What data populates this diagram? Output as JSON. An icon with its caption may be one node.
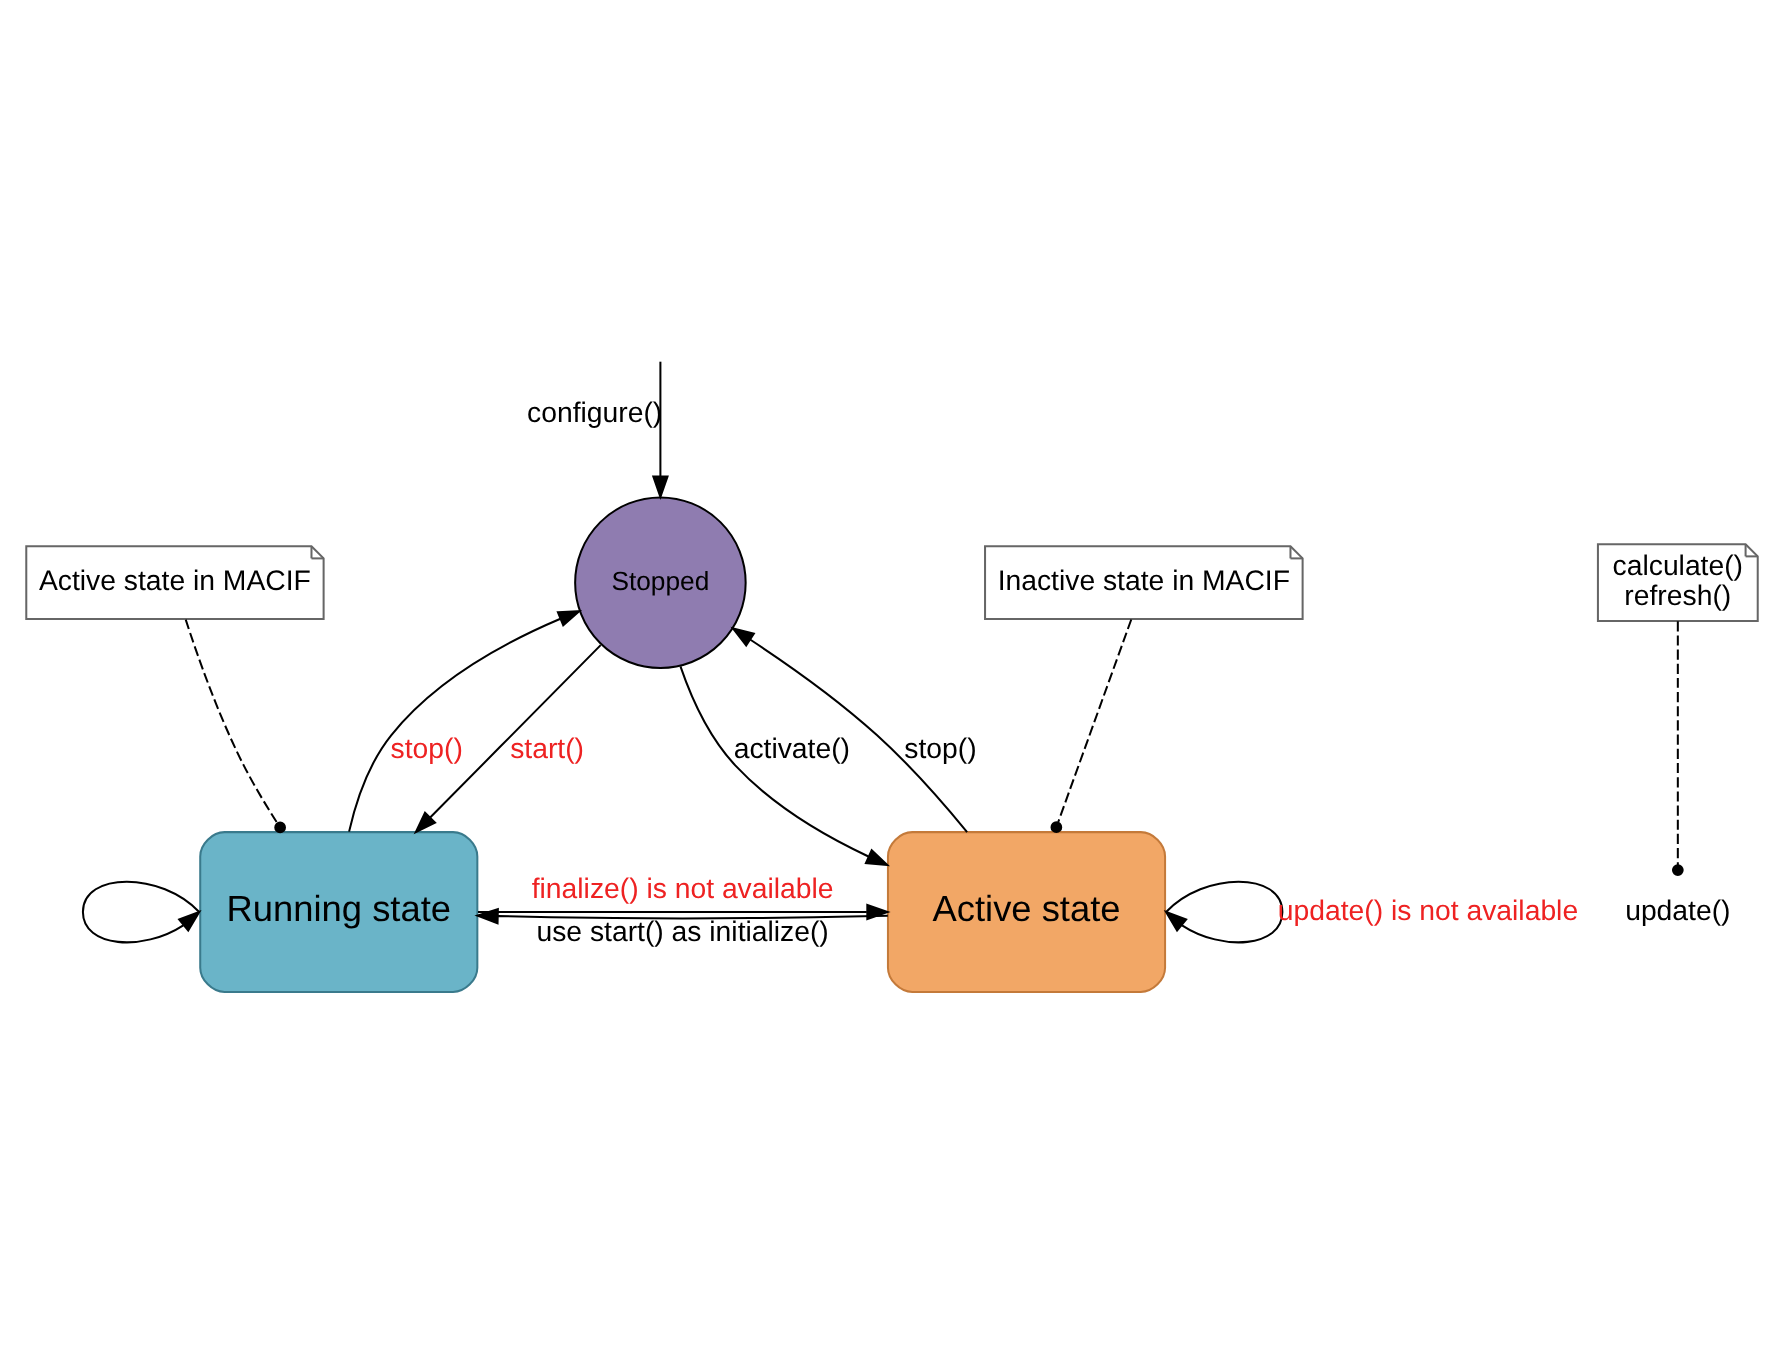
{
  "diagram": {
    "nodes": [
      {
        "text": [
          "Stopped"
        ]
      },
      {
        "text": [
          "Active state in MACIF"
        ]
      },
      {
        "text": [
          "Running state"
        ]
      },
      {
        "text": [
          "update()"
        ]
      },
      {
        "text": [
          "calculate()",
          "refresh()"
        ]
      },
      {
        "text": [
          "Active state"
        ]
      },
      {
        "text": [
          "Inactive state in MACIF"
        ]
      }
    ],
    "edges": [
      {
        "from": null,
        "to": 0,
        "arrow": "to",
        "label": "configure()"
      },
      {
        "from": 0,
        "to": 2,
        "arrow": "to",
        "label": "start()"
      },
      {
        "from": 2,
        "to": 0,
        "arrow": "to",
        "label": "stop()"
      },
      {
        "from": 5,
        "to": 0,
        "arrow": "to",
        "label": "stop()"
      },
      {
        "from": 0,
        "to": 5,
        "arrow": "to",
        "label": "activate()"
      },
      {
        "from": 2,
        "to": 5,
        "arrow": "to",
        "label": "finalize() is not available"
      },
      {
        "from": 5,
        "to": 5,
        "arrow": "to",
        "label": "update() is not available"
      },
      {
        "from": 2,
        "to": 2,
        "arrow": "to"
      },
      {
        "from": 5,
        "to": 2,
        "arrow": "to",
        "label": "use start() as initialize()"
      },
      {
        "from": 1,
        "to": 2,
        "arrow": "other",
        "style": "dashed"
      },
      {
        "from": 4,
        "to": 3,
        "arrow": "other",
        "style": "dashed"
      },
      {
        "from": 6,
        "to": 5,
        "arrow": "other",
        "style": "dashed"
      }
    ]
  }
}
